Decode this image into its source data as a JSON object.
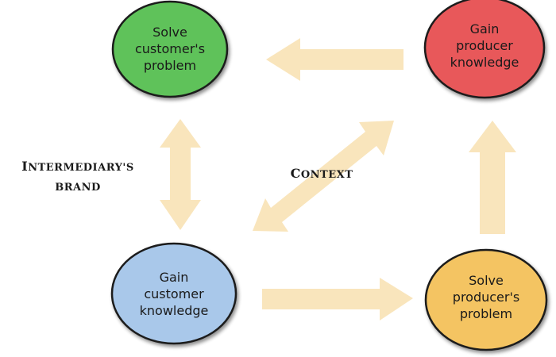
{
  "nodes": [
    {
      "id": "solve-customer",
      "lines": [
        "Solve",
        "customer's",
        "problem"
      ],
      "color": "#5ec25a"
    },
    {
      "id": "gain-producer",
      "lines": [
        "Gain",
        "producer",
        "knowledge"
      ],
      "color": "#e8585a"
    },
    {
      "id": "gain-customer",
      "lines": [
        "Gain",
        "customer",
        "knowledge"
      ],
      "color": "#a9c8ea"
    },
    {
      "id": "solve-producer",
      "lines": [
        "Solve",
        "producer's",
        "problem"
      ],
      "color": "#f4c462"
    }
  ],
  "labels": {
    "brand_line1_cap": "I",
    "brand_line1_rest": "NTERMEDIARY'S",
    "brand_line2": "BRAND",
    "context_cap": "C",
    "context_rest": "ONTEXT"
  },
  "colors": {
    "arrow": "#f8e0b0",
    "node_stroke": "#1a1a1a"
  }
}
